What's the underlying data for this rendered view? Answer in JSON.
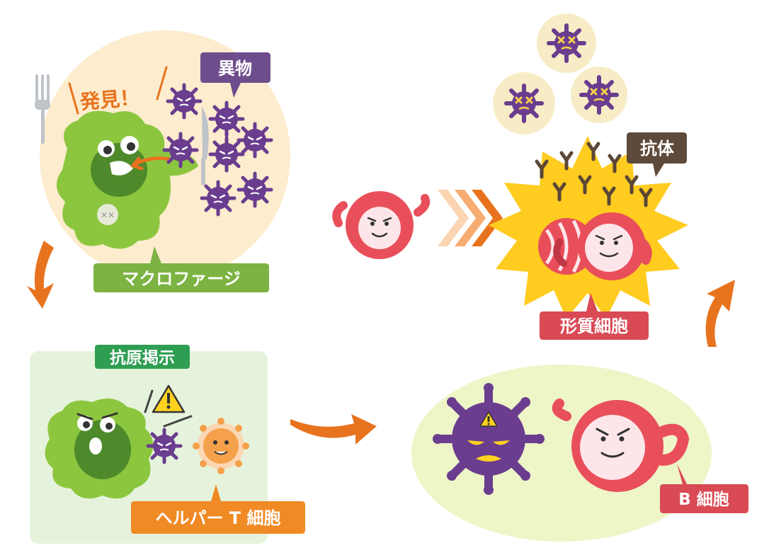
{
  "labels": {
    "foreign_body": "異物",
    "discovery": "発見！",
    "macrophage": "マクロファージ",
    "antigen_presentation": "抗原掲示",
    "helper_t_cell": "ヘルパー T 細胞",
    "b_cell": "B 細胞",
    "plasma_cell": "形質細胞",
    "antibody": "抗体"
  },
  "colors": {
    "macrophage_green": "#8cc63f",
    "macrophage_dark": "#4e8a2b",
    "virus_purple": "#6a3d8f",
    "cell_red": "#e94f5a",
    "cell_face": "#fde6ea",
    "helper_orange": "#f5a04a",
    "arrow_orange": "#e8731e",
    "plasma_yellow": "#ffcc1f",
    "antibody_brown": "#5b4636",
    "label_purple": "#6e4d8c",
    "label_green": "#7cb342",
    "label_dark_green": "#2e9e52",
    "label_orange": "#f08a24",
    "label_red": "#d94a55",
    "label_brown": "#5e4a3a",
    "bg_peach": "#fdeccd",
    "bg_mint": "#e6f3dc",
    "bg_lime": "#eef5c7"
  },
  "icons": [
    "fork-icon",
    "knife-icon",
    "warning-icon",
    "chevron-arrow-icon",
    "curved-arrow-icon"
  ]
}
